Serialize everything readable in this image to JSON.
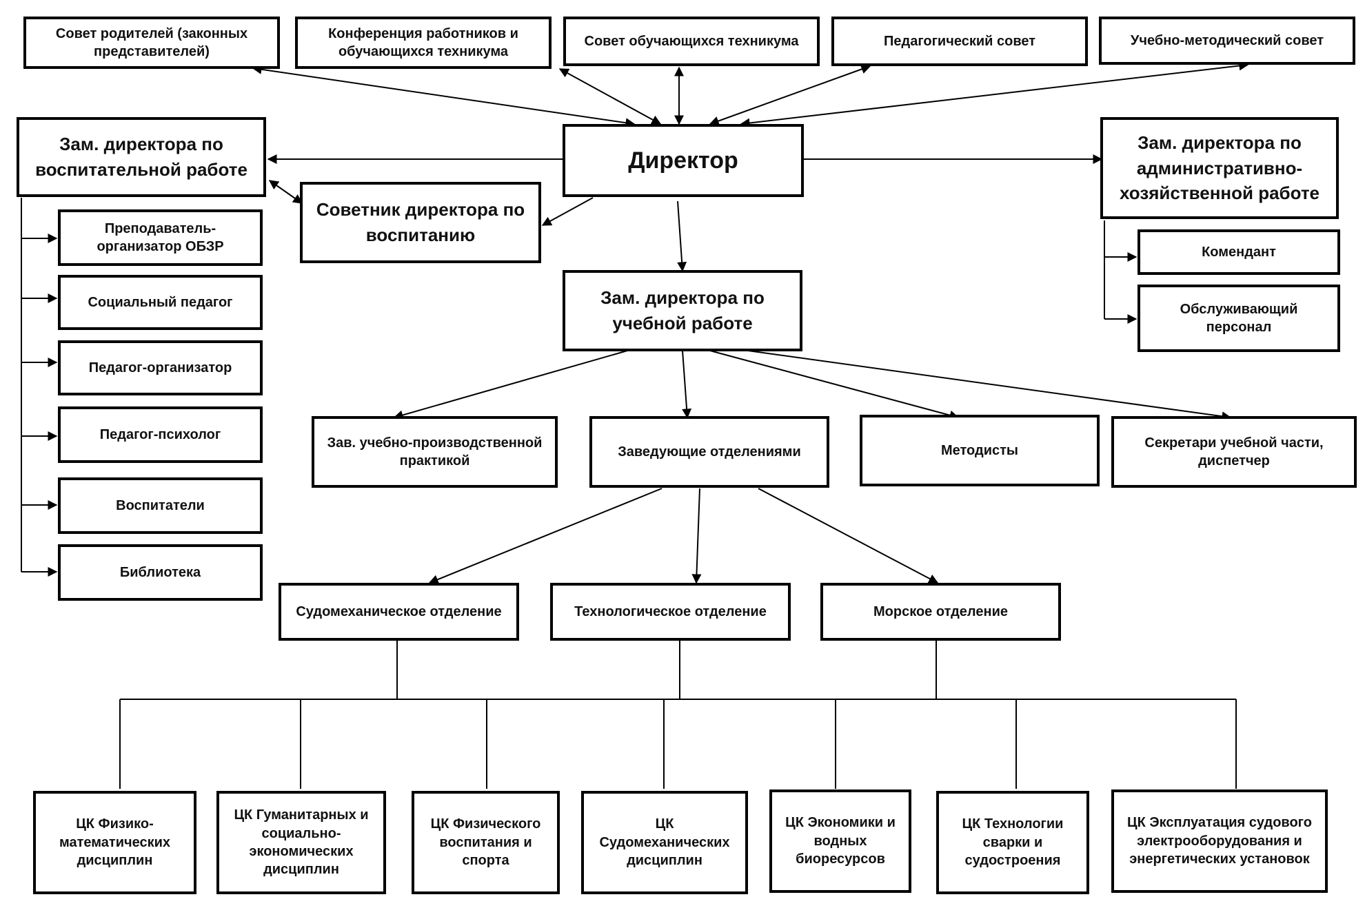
{
  "nodes": {
    "parents_council": "Совет родителей (законных представителей)",
    "conference": "Конференция работников и обучающихся техникума",
    "students_council": "Совет обучающихся техникума",
    "ped_council": "Педагогический совет",
    "method_council": "Учебно-методический совет",
    "director": "Директор",
    "dep_edu_work": "Зам. директора по воспитательной работе",
    "advisor": "Советник директора по воспитанию",
    "dep_admin": "Зам. директора по административно-хозяйственной работе",
    "obzr_teacher": "Преподаватель-организатор ОБЗР",
    "social_ped": "Социальный педагог",
    "ped_org": "Педагог-организатор",
    "ped_psych": "Педагог-психолог",
    "educators": "Воспитатели",
    "library": "Библиотека",
    "commandant": "Комендант",
    "service_staff": "Обслуживающий персонал",
    "dep_study": "Зам. директора по учебной работе",
    "practice_head": "Зав. учебно-производственной практикой",
    "dept_heads": "Заведующие отделениями",
    "methodists": "Методисты",
    "secretaries": "Секретари учебной части, диспетчер",
    "marine_mech": "Судомеханическое отделение",
    "tech_dept": "Технологическое отделение",
    "sea_dept": "Морское отделение",
    "ck_physmath": "ЦК Физико-математических дисциплин",
    "ck_human": "ЦК Гуманитарных и социально-экономических дисциплин",
    "ck_pe": "ЦК Физического воспитания и спорта",
    "ck_shipmech": "ЦК Судомеханических дисциплин",
    "ck_econ": "ЦК Экономики и водных биоресурсов",
    "ck_weld": "ЦК Технологии сварки и судостроения",
    "ck_ship_elec": "ЦК Эксплуатация судового электрооборудования и энергетических установок"
  }
}
